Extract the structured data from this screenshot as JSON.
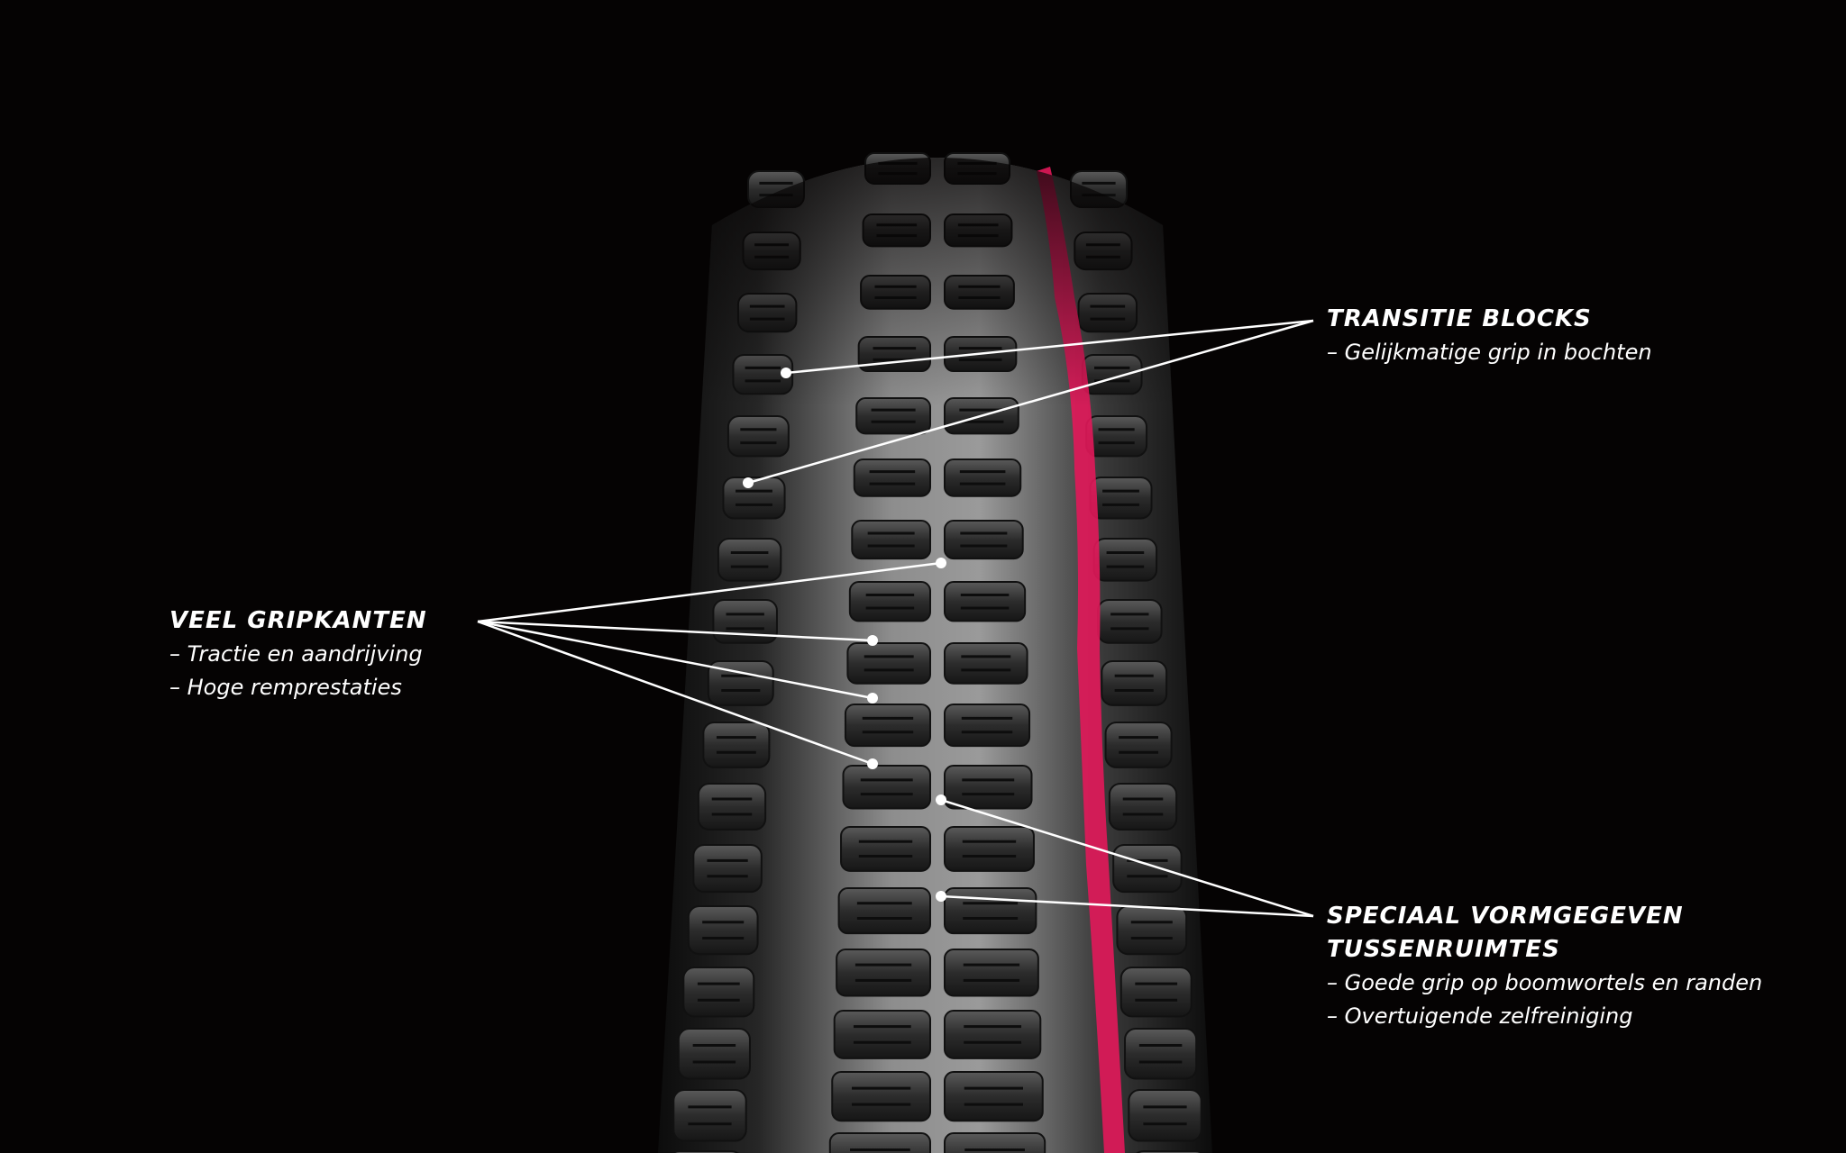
{
  "callouts": {
    "transitie": {
      "title": "TRANSITIE BLOCKS",
      "lines": [
        "– Gelijkmatige grip in bochten"
      ]
    },
    "gripkanten": {
      "title": "VEEL GRIPKANTEN",
      "lines": [
        "– Tractie en aandrijving",
        "– Hoge rempres­taties"
      ]
    },
    "tussenruimtes": {
      "title_lines": [
        "SPECIAAL VORMGEGEVEN",
        "TUSSENRUIMTES"
      ],
      "lines": [
        "– Goede grip op boomwortels en randen",
        "– Overtuigende zelfreiniging"
      ]
    }
  },
  "colors": {
    "background": "#050303",
    "tire_rubber": "#2b2b2b",
    "tire_highlight": "#8a8a8a",
    "sidewall_accent": "#e2185a",
    "callout_text": "#ffffff"
  }
}
